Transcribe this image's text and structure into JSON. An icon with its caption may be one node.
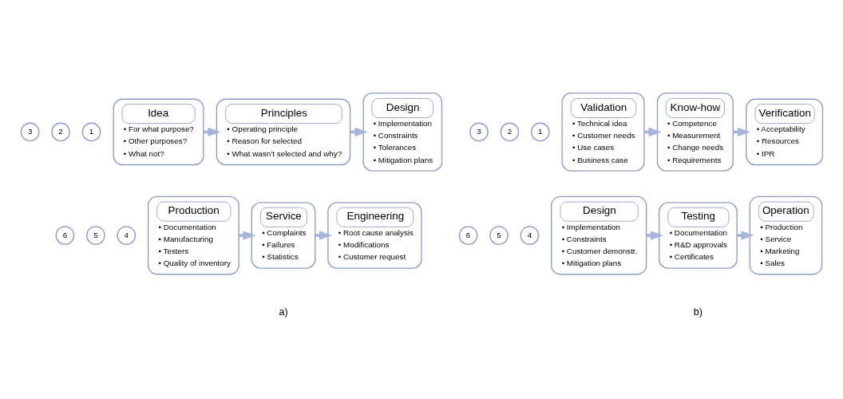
{
  "diagram": {
    "nodes": [
      {
        "text": [
          "Idea",
          "• For what purpose?",
          "• Other purposes?",
          "• What not?"
        ]
      },
      {
        "text": [
          "1"
        ]
      },
      {
        "text": [
          "Principles",
          "• Operating principle",
          "• Reason for selected",
          "• What wasn’t selected and why?"
        ]
      },
      {
        "text": [
          "2"
        ]
      },
      {
        "text": [
          "Design",
          "• Implementation",
          "• Constraints",
          "• Tolerances",
          "• Mitigation plans"
        ]
      },
      {
        "text": [
          "3"
        ]
      },
      {
        "text": [
          "Production",
          "• Documentation",
          "• Manufacturing",
          "• Testers",
          "• Quality of inventory"
        ]
      },
      {
        "text": [
          "4"
        ]
      },
      {
        "text": [
          "Service",
          "• Complaints",
          "• Failures",
          "• Statistics"
        ]
      },
      {
        "text": [
          "5"
        ]
      },
      {
        "text": [
          "Engineering",
          "• Root cause analysis",
          "• Modifications",
          "• Customer request"
        ]
      },
      {
        "text": [
          "6"
        ]
      },
      {
        "text": [
          "Validation",
          "• Technical idea",
          "• Customer needs",
          "• Use cases",
          "• Business case"
        ]
      },
      {
        "text": [
          "1"
        ]
      },
      {
        "text": [
          "Know-how",
          "• Competence",
          "• Measurement",
          "• Change needs",
          "• Requirements"
        ]
      },
      {
        "text": [
          "2"
        ]
      },
      {
        "text": [
          "Verification",
          "• Acceptability",
          "• Resources",
          "• IPR"
        ]
      },
      {
        "text": [
          "3"
        ]
      },
      {
        "text": [
          "Design",
          "• Implementation",
          "• Constraints",
          "• Customer demonstr.",
          "• Mitigation plans"
        ]
      },
      {
        "text": [
          "4"
        ]
      },
      {
        "text": [
          "Testing",
          "• Documentation",
          "• R&D approvals",
          "• Certificates"
        ]
      },
      {
        "text": [
          "5"
        ]
      },
      {
        "text": [
          "Operation",
          "• Production",
          "• Service",
          "• Marketing",
          "• Sales"
        ]
      },
      {
        "text": [
          "6"
        ]
      }
    ],
    "edges": [
      {
        "from": 0,
        "to": 2,
        "arrow": "to"
      },
      {
        "from": 2,
        "to": 4,
        "arrow": "to"
      },
      {
        "from": 6,
        "to": 8,
        "arrow": "to"
      },
      {
        "from": 8,
        "to": 10,
        "arrow": "to"
      },
      {
        "from": 12,
        "to": 14,
        "arrow": "to"
      },
      {
        "from": 14,
        "to": 16,
        "arrow": "to"
      },
      {
        "from": 18,
        "to": 20,
        "arrow": "to"
      },
      {
        "from": 20,
        "to": 22,
        "arrow": "to"
      }
    ],
    "labels": [
      "a)",
      "b)"
    ]
  }
}
